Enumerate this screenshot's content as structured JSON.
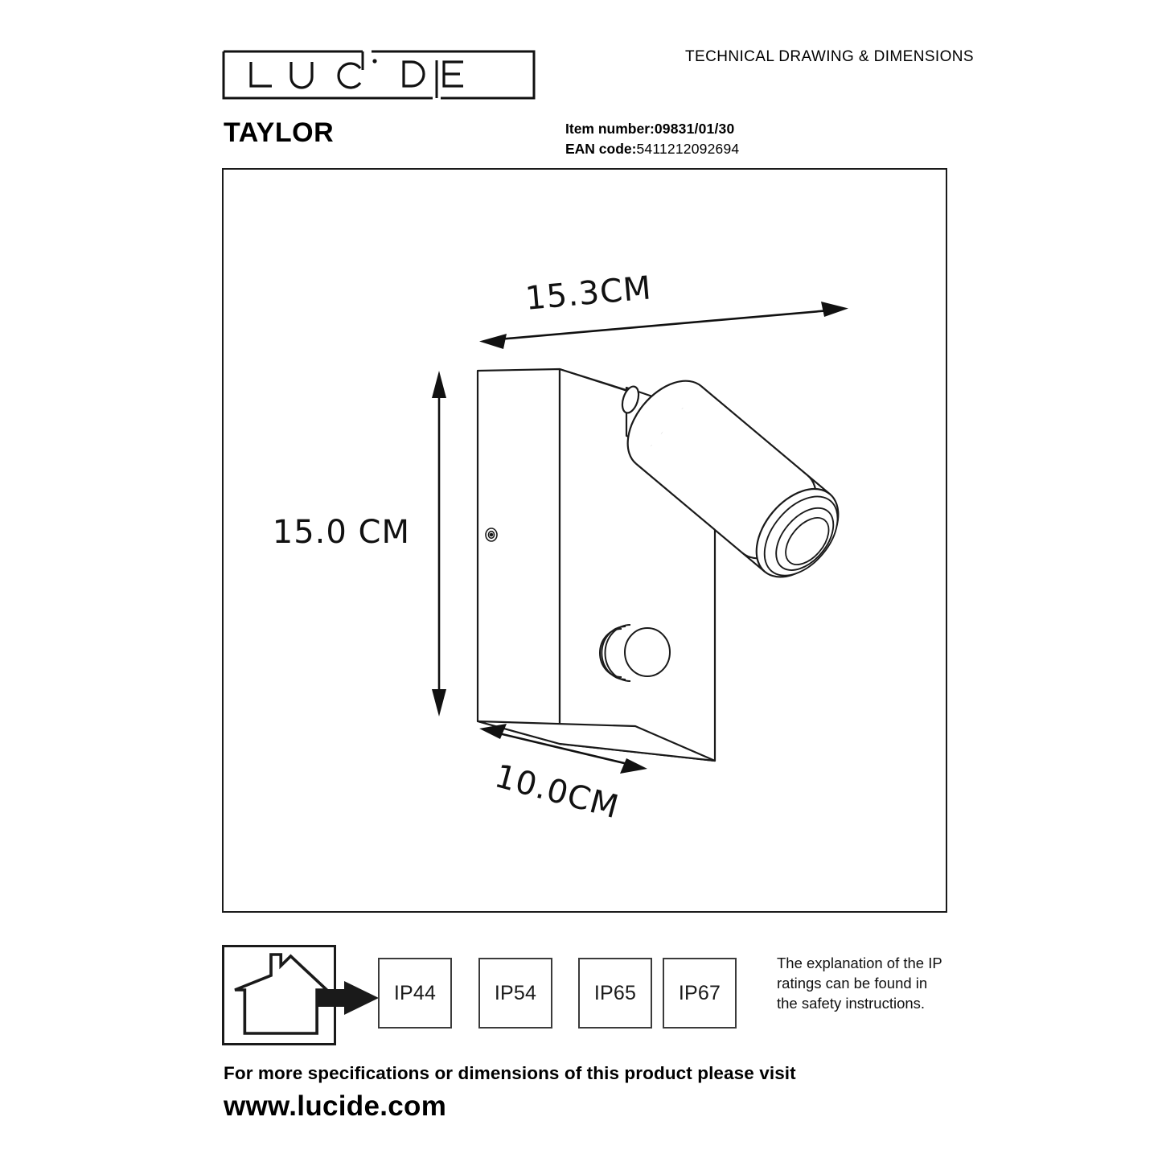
{
  "header": {
    "logo_text": "LUCIDE",
    "logo_letters": [
      "L",
      "U",
      "C",
      "i",
      "D",
      "E"
    ],
    "subtitle": "TECHNICAL DRAWING & DIMENSIONS",
    "product_name": "TAYLOR",
    "item_number_label": "Item number:",
    "item_number_value": "09831/01/30",
    "ean_label": "EAN code:",
    "ean_value": "5411212092694"
  },
  "drawing": {
    "dimension_width": "15.3CM",
    "dimension_height": "15.0 CM",
    "dimension_depth": "10.0CM",
    "product_type": "outdoor-wall-spotlight"
  },
  "ip_section": {
    "house_icon_name": "house-outdoor-icon",
    "arrow_icon_name": "arrow-right-icon",
    "ratings": [
      "IP44",
      "IP54",
      "IP65",
      "IP67"
    ],
    "selected_rating": "IP44",
    "note": "The explanation of the IP ratings can be found in the safety instructions."
  },
  "footer": {
    "line1": "For more specifications or dimensions of this product please visit",
    "line2": "www.lucide.com"
  },
  "colors": {
    "ink": "#111111",
    "frame": "#1a1a1a",
    "ip_border": "#3b3b3b",
    "background": "#ffffff"
  }
}
